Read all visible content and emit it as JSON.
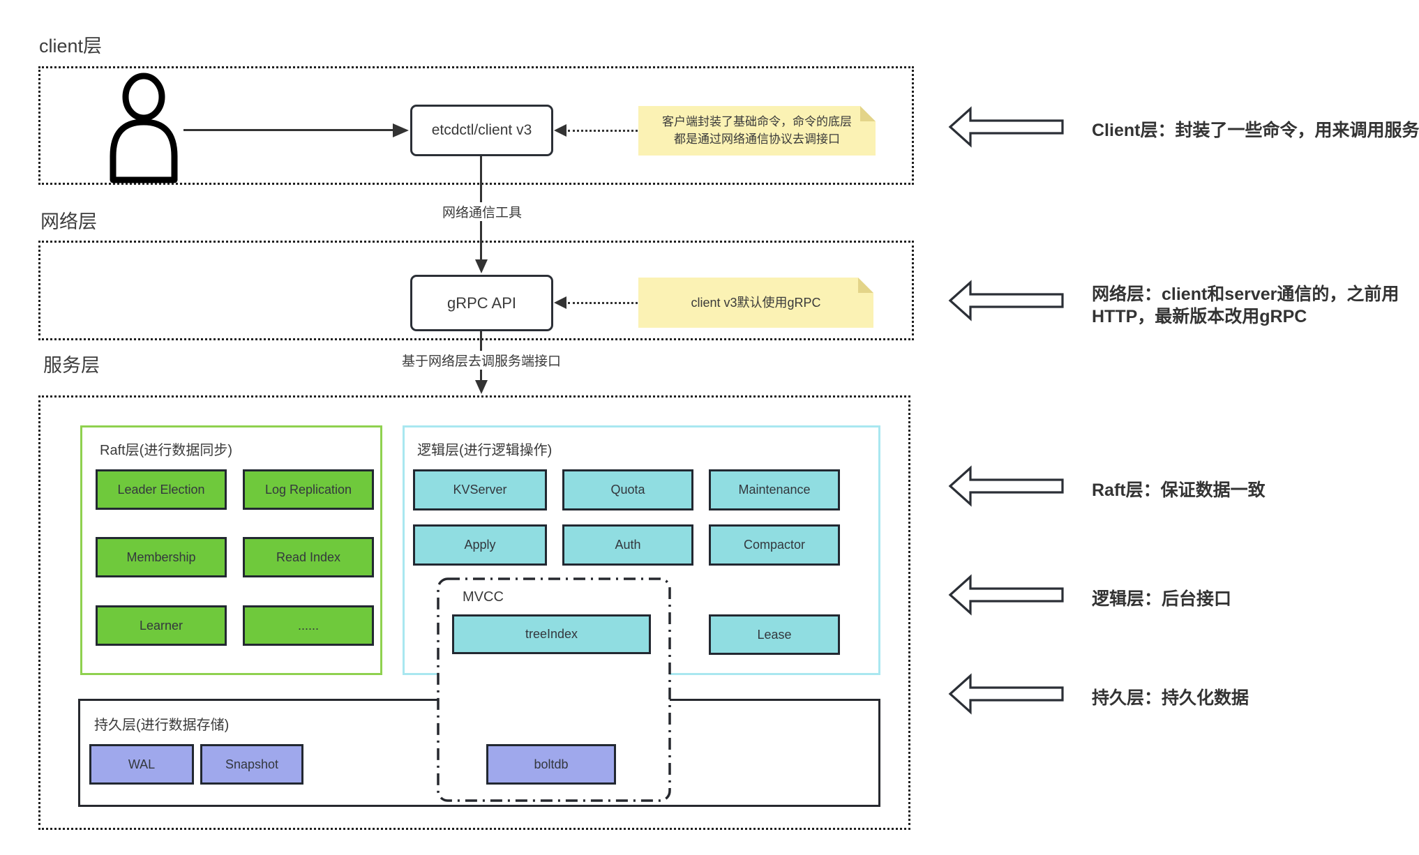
{
  "layers": {
    "client_label": "client层",
    "network_label": "网络层",
    "service_label": "服务层"
  },
  "client": {
    "node": "etcdctl/client v3",
    "note_line1": "客户端封装了基础命令，命令的底层",
    "note_line2": "都是通过网络通信协议去调接口"
  },
  "network": {
    "node": "gRPC API",
    "note": "client v3默认使用gRPC",
    "link_label": "网络通信工具",
    "down_label": "基于网络层去调服务端接口"
  },
  "raft": {
    "title": "Raft层(进行数据同步)",
    "buttons": [
      "Leader Election",
      "Log Replication",
      "Membership",
      "Read Index",
      "Learner",
      "......"
    ]
  },
  "logic": {
    "title": "逻辑层(进行逻辑操作)",
    "buttons": [
      "KVServer",
      "Quota",
      "Maintenance",
      "Apply",
      "Auth",
      "Compactor"
    ],
    "mvcc_label": "MVCC",
    "tree_index": "treeIndex",
    "lease": "Lease"
  },
  "persist": {
    "title": "持久层(进行数据存储)",
    "wal": "WAL",
    "snapshot": "Snapshot",
    "boltdb": "boltdb"
  },
  "annotations": {
    "client": "Client层：封装了一些命令，用来调用服务",
    "network_line1": "网络层：client和server通信的，之前用",
    "network_line2": "HTTP，最新版本改用gRPC",
    "raft": "Raft层：保证数据一致",
    "logic": "逻辑层：后台接口",
    "persist": "持久层：持久化数据"
  },
  "colors": {
    "green_fill": "#6FC93C",
    "green_border": "#8FD14F",
    "cyan_fill": "#90DDE1",
    "cyan_border": "#A9E7F0",
    "purple_fill": "#9FA8EC",
    "note_yellow": "#FBF2B4",
    "ink": "#2B2F36"
  }
}
